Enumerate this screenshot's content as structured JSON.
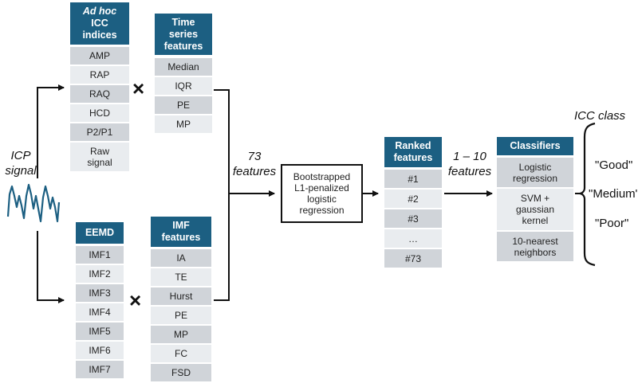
{
  "input": {
    "label": "ICP\nsignal"
  },
  "adhoc": {
    "title_em": "Ad hoc",
    "title": "ICC\nindices",
    "items": [
      "AMP",
      "RAP",
      "RAQ",
      "HCD",
      "P2/P1",
      "Raw\nsignal"
    ]
  },
  "ts": {
    "title": "Time\nseries\nfeatures",
    "items": [
      "Median",
      "IQR",
      "PE",
      "MP"
    ]
  },
  "eemd": {
    "title": "EEMD",
    "items": [
      "IMF1",
      "IMF2",
      "IMF3",
      "IMF4",
      "IMF5",
      "IMF6",
      "IMF7"
    ]
  },
  "imf": {
    "title": "IMF\nfeatures",
    "items": [
      "IA",
      "TE",
      "Hurst",
      "PE",
      "MP",
      "FC",
      "FSD"
    ]
  },
  "operator": "×",
  "features_count": "73\nfeatures",
  "regression": "Bootstrapped\nL1-penalized\nlogistic\nregression",
  "ranked": {
    "title": "Ranked\nfeatures",
    "items": [
      "#1",
      "#2",
      "#3",
      "…",
      "#73"
    ]
  },
  "selected_count": "1 – 10\nfeatures",
  "classifiers": {
    "title": "Classifiers",
    "items": [
      "Logistic\nregression",
      "SVM +\ngaussian\nkernel",
      "10-nearest\nneighbors"
    ]
  },
  "icc_class": {
    "title": "ICC class",
    "items": [
      "\"Good\"",
      "\"Medium\"",
      "\"Poor\""
    ]
  }
}
